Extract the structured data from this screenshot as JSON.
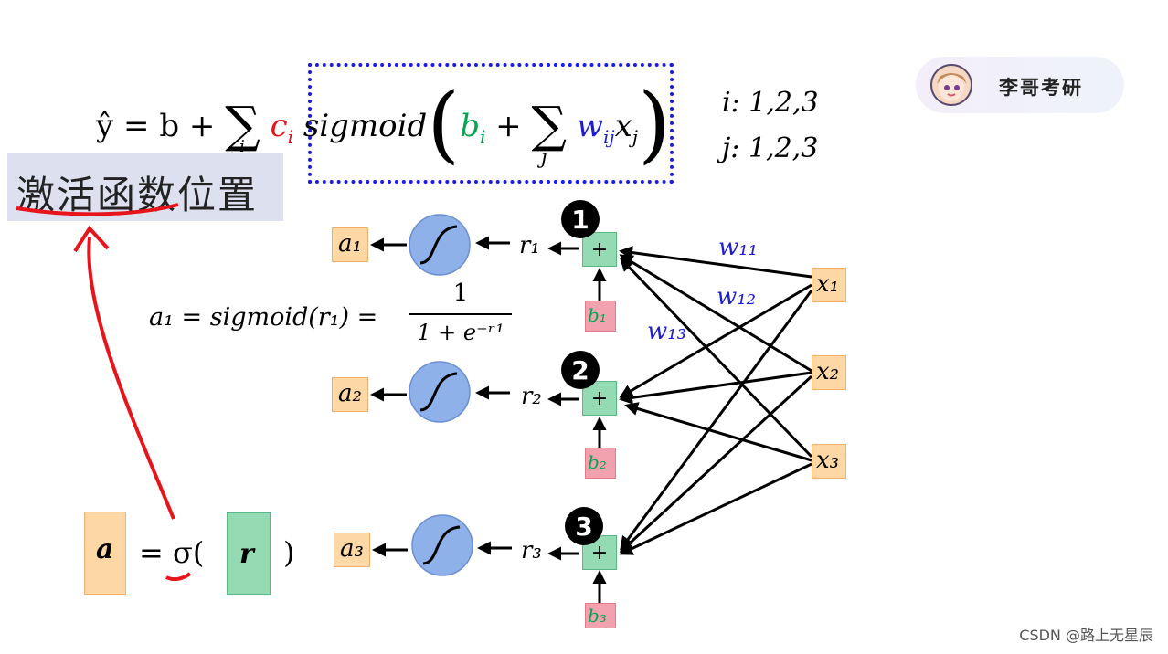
{
  "formula": {
    "yhat": "ŷ",
    "eq_b": "= b +",
    "sum1": "∑",
    "sum1_index": "i",
    "c_i": "c",
    "c_sub": "i",
    "sigmoid": "sigmoid",
    "b_i": "b",
    "b_sub": "i",
    "plus": "+",
    "sum2": "∑",
    "sum2_index": "j",
    "w": "w",
    "w_sub": "ij",
    "x": "x",
    "x_sub": "j"
  },
  "ranges": {
    "i": "i: 1,2,3",
    "j": "j: 1,2,3"
  },
  "activation_label": "激活函数位置",
  "badge": {
    "text": "李哥考研"
  },
  "sigmoid_eq": {
    "lhs": "a₁ = sigmoid(r₁) =",
    "numerator": "1",
    "denominator": "1 + e⁻ʳ¹"
  },
  "nodes": {
    "outputs": [
      "a₁",
      "a₂",
      "a₃"
    ],
    "r": [
      "r₁",
      "r₂",
      "r₃"
    ],
    "biases": [
      "b₁",
      "b₂",
      "b₃"
    ],
    "inputs": [
      "x₁",
      "x₂",
      "x₃"
    ],
    "plus": "+",
    "numbers": [
      "1",
      "2",
      "3"
    ]
  },
  "weights": [
    "w₁₁",
    "w₁₂",
    "w₁₃"
  ],
  "vector_eq": {
    "a": "a",
    "eq": "= σ(",
    "r": "r",
    "close": ")"
  },
  "watermark": "CSDN @路上无星辰",
  "colors": {
    "dotted_box": "#1b1be6",
    "red": "#e8141b",
    "green": "#00a651",
    "blue": "#1f1fd0"
  }
}
